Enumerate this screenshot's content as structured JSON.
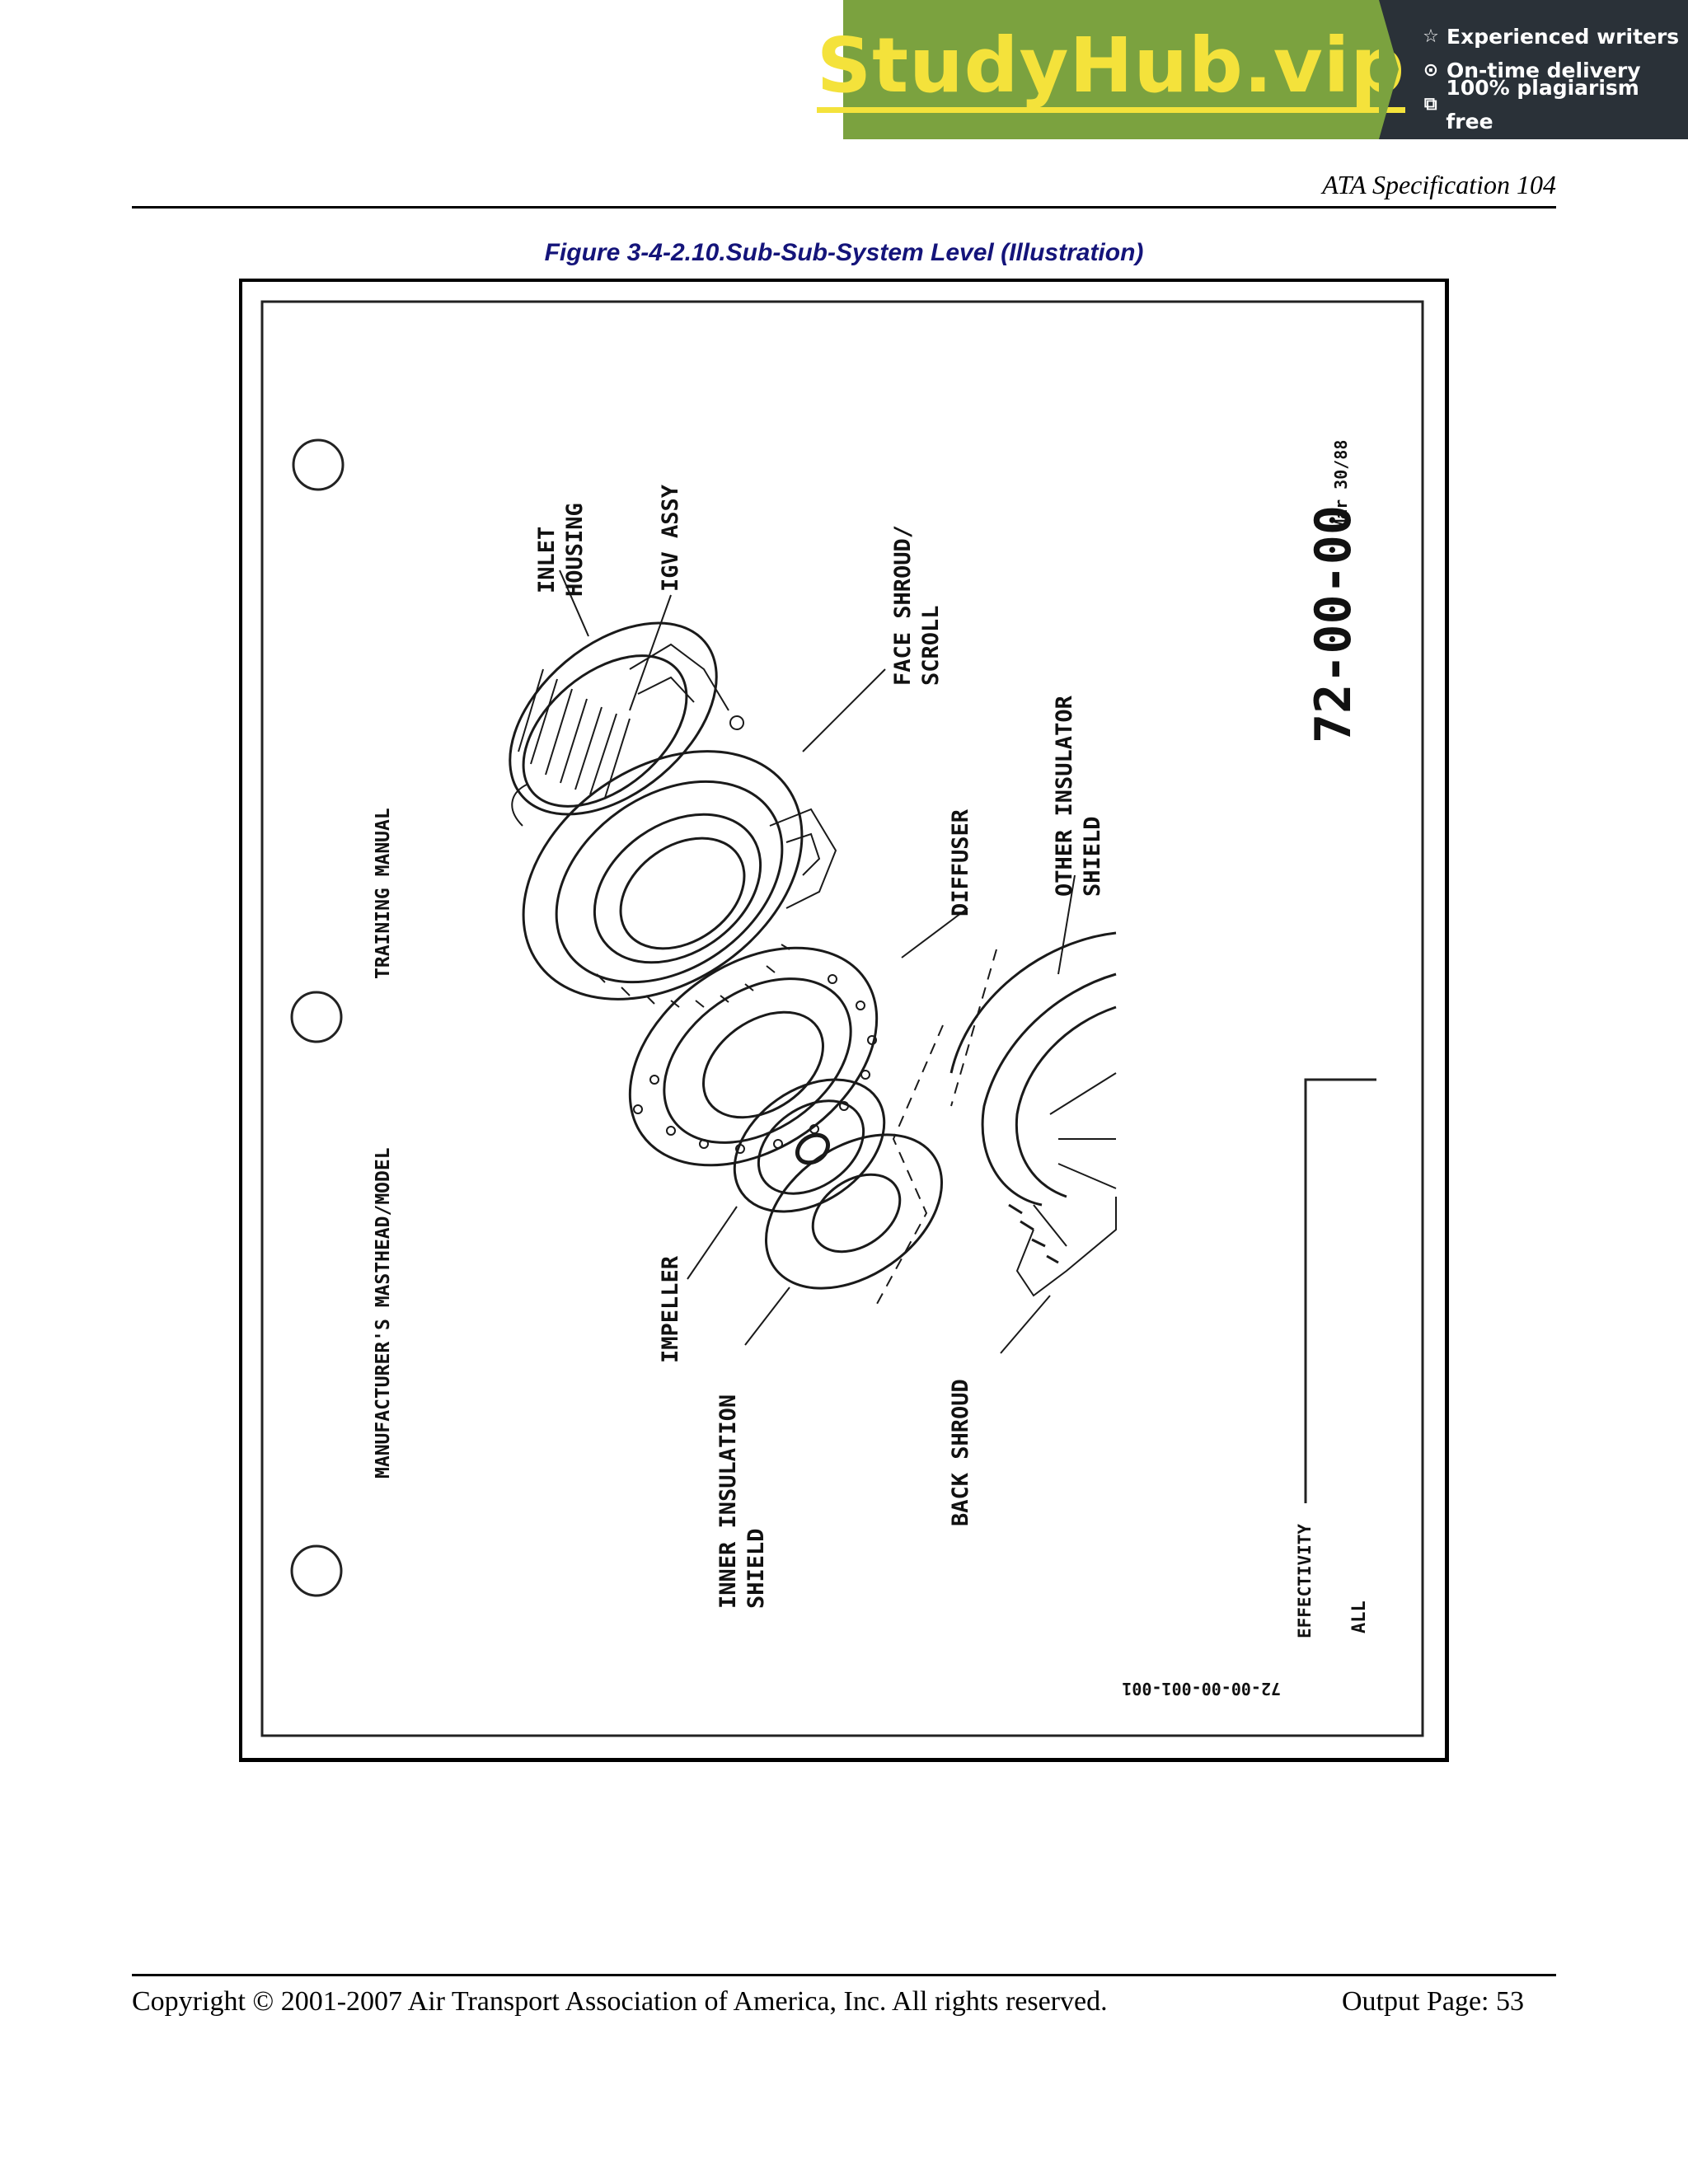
{
  "banner": {
    "logo": "StudyHub.vip",
    "features": [
      {
        "icon": "star-icon",
        "text": "Experienced writers"
      },
      {
        "icon": "clock-icon",
        "text": "On-time delivery"
      },
      {
        "icon": "copy-icon",
        "text": "100% plagiarism free"
      }
    ],
    "colors": {
      "green": "#7ba23f",
      "dark": "#2a3138",
      "logo": "#f4e23b"
    }
  },
  "header": {
    "text": "ATA Specification 104"
  },
  "figure": {
    "caption": "Figure 3-4-2.10.Sub-Sub-System Level (Illustration)",
    "masthead": "MANUFACTURER'S MASTHEAD/MODEL",
    "manual": "TRAINING MANUAL",
    "chapter": "72-00-00",
    "date": "Mar 30/88",
    "effectivity_label": "EFFECTIVITY",
    "effectivity_value": "ALL",
    "illustration_id": "72-00-00-001-001",
    "callouts": {
      "inlet_1": "INLET",
      "inlet_2": "HOUSING",
      "igv": "IGV ASSY",
      "face_1": "FACE SHROUD/",
      "face_2": "SCROLL",
      "diffuser": "DIFFUSER",
      "other_1": "OTHER INSULATOR",
      "other_2": "SHIELD",
      "impeller": "IMPELLER",
      "inner_1": "INNER INSULATION",
      "inner_2": "SHIELD",
      "back": "BACK SHROUD"
    }
  },
  "footer": {
    "copyright": "Copyright © 2001-2007 Air Transport Association of America, Inc.  All rights reserved.",
    "page": "Output Page: 53"
  }
}
